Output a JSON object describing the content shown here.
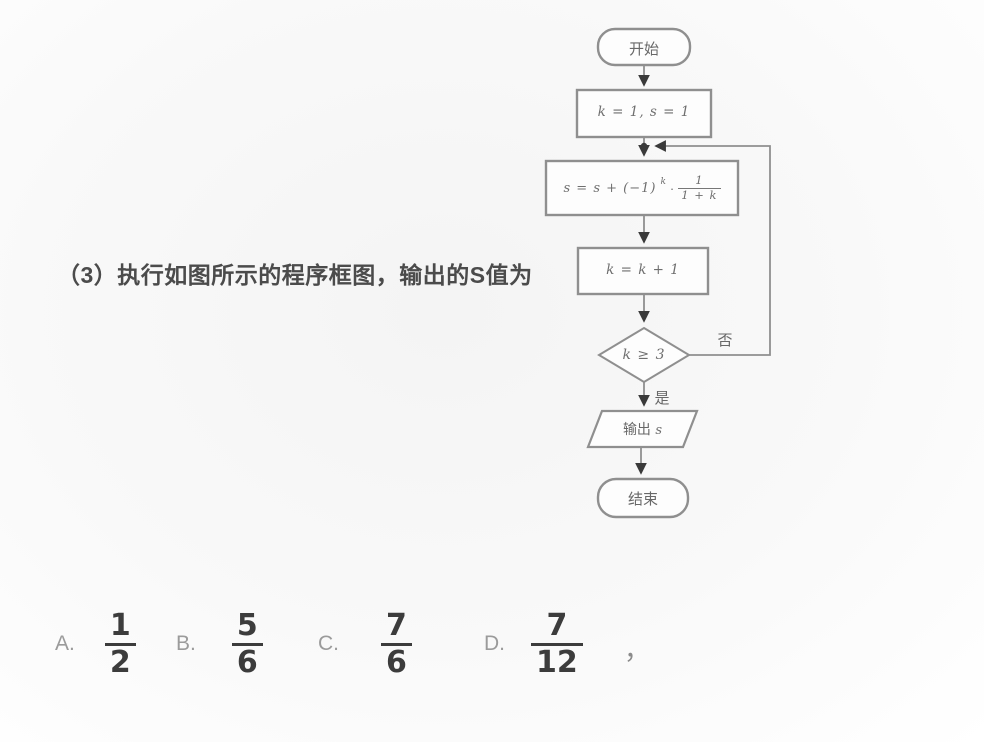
{
  "question": {
    "text": "（3）执行如图所示的程序框图，输出的S值为"
  },
  "flowchart": {
    "start_label": "开始",
    "init_label": "k = 1, s = 1",
    "formula": {
      "prefix": "s = s + (−1)",
      "exponent": "k",
      "operator": "·",
      "fraction_numerator": "1",
      "fraction_denominator": "1 + k"
    },
    "increment_label": "k = k + 1",
    "condition_label": "k ≥ 3",
    "branch_no": "否",
    "branch_yes": "是",
    "output_prefix": "输出",
    "output_var": "s",
    "end_label": "结束"
  },
  "options": {
    "a": {
      "letter": "A.",
      "num": "1",
      "den": "2"
    },
    "b": {
      "letter": "B.",
      "num": "5",
      "den": "6"
    },
    "c": {
      "letter": "C.",
      "num": "7",
      "den": "6"
    },
    "d": {
      "letter": "D.",
      "num": "7",
      "den": "12"
    }
  },
  "trailing_mark": "，",
  "colors": {
    "flow_line": "#8f8f8f",
    "arrowhead": "#3a3a3a",
    "box_text": "#6e6e6e",
    "question_text": "#4b4b4b",
    "option_letter": "#9b9b9b",
    "option_fraction": "#3c3c3c"
  }
}
